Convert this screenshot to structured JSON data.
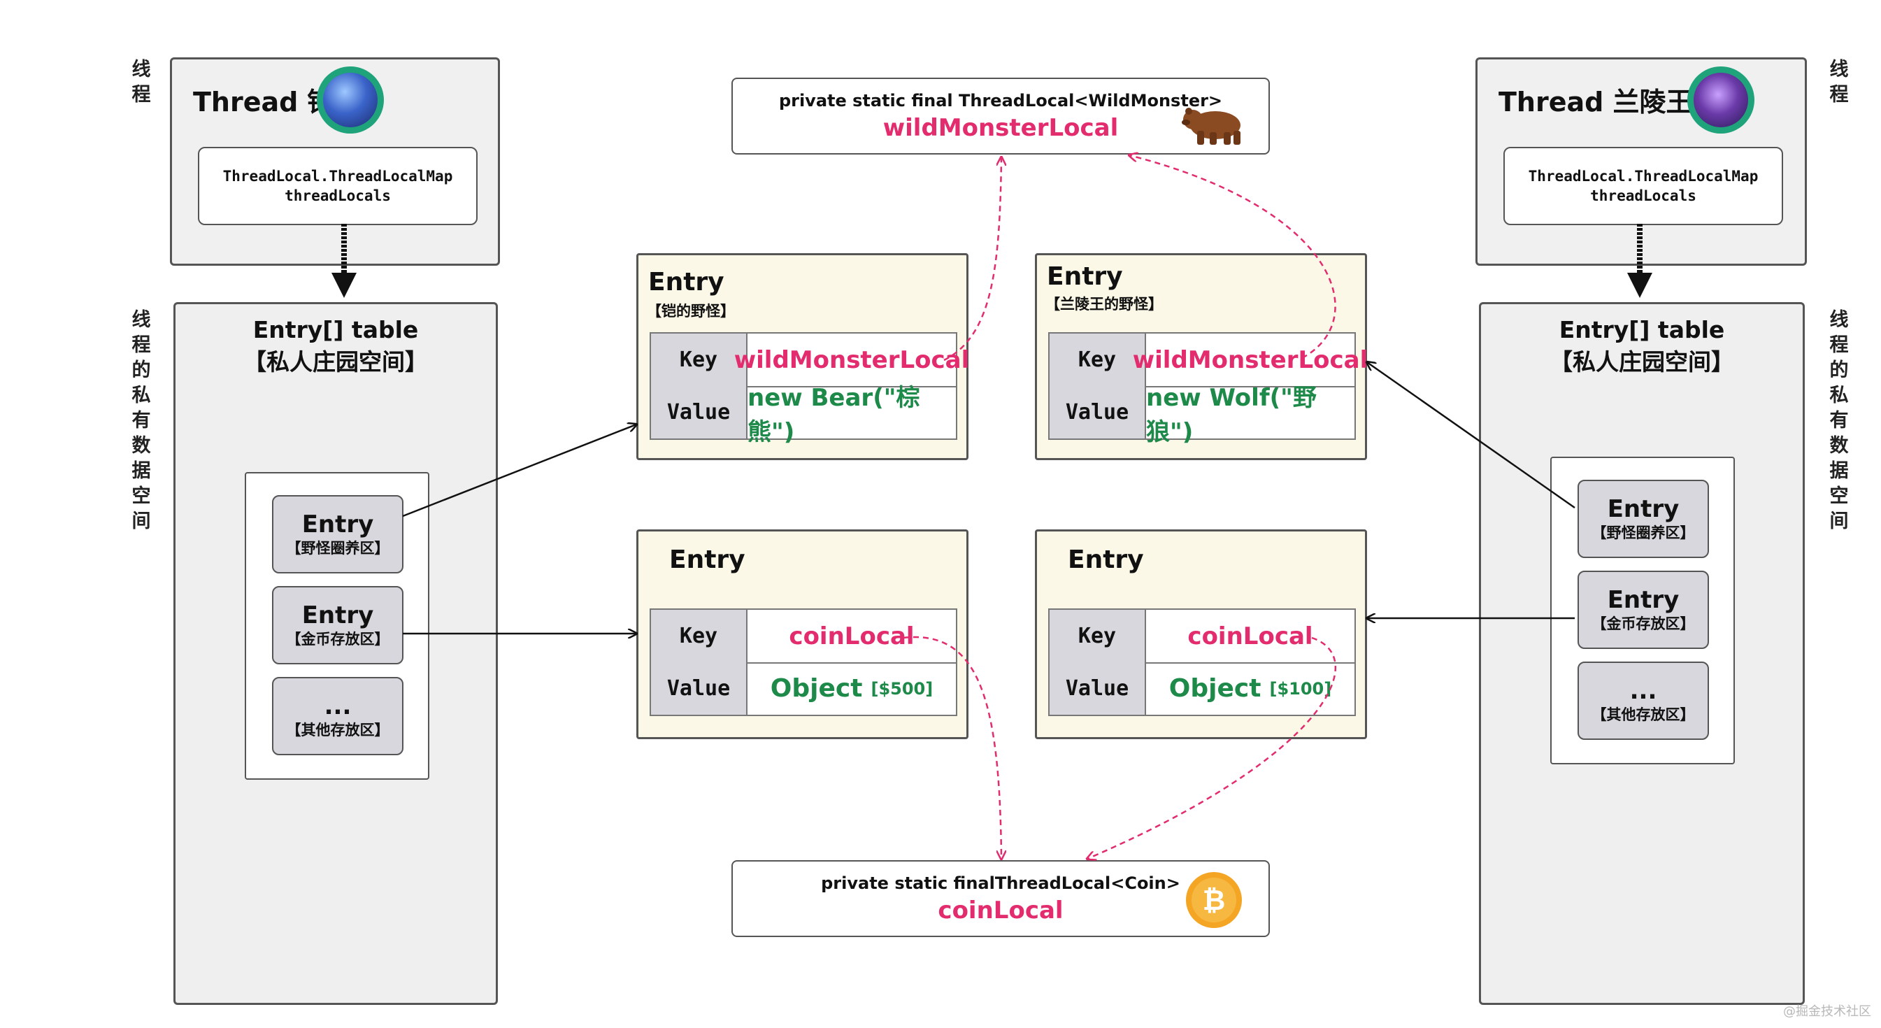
{
  "left": {
    "thread_vlabel": "线程",
    "space_vlabel": "线程的私有数据空间",
    "thread_title": "Thread 铠",
    "map_line1": "ThreadLocal.ThreadLocalMap",
    "map_line2": "threadLocals",
    "table_title": "Entry[] table",
    "table_subtitle": "【私人庄园空间】",
    "entries": [
      {
        "title": "Entry",
        "sub": "【野怪圈养区】"
      },
      {
        "title": "Entry",
        "sub": "【金币存放区】"
      },
      {
        "title": "...",
        "sub": "【其他存放区】"
      }
    ]
  },
  "right": {
    "thread_vlabel": "线程",
    "space_vlabel": "线程的私有数据空间",
    "thread_title": "Thread 兰陵王",
    "map_line1": "ThreadLocal.ThreadLocalMap",
    "map_line2": "threadLocals",
    "table_title": "Entry[] table",
    "table_subtitle": "【私人庄园空间】",
    "entries": [
      {
        "title": "Entry",
        "sub": "【野怪圈养区】"
      },
      {
        "title": "Entry",
        "sub": "【金币存放区】"
      },
      {
        "title": "...",
        "sub": "【其他存放区】"
      }
    ]
  },
  "cards": {
    "monster_left": {
      "title": "Entry",
      "sub": "【铠的野怪】",
      "key_label": "Key",
      "value_label": "Value",
      "key": "wildMonsterLocal",
      "value": "new Bear(\"棕熊\")"
    },
    "monster_right": {
      "title": "Entry",
      "sub": "【兰陵王的野怪】",
      "key_label": "Key",
      "value_label": "Value",
      "key": "wildMonsterLocal",
      "value": "new Wolf(\"野狼\")"
    },
    "coin_left": {
      "title": "Entry",
      "key_label": "Key",
      "value_label": "Value",
      "key": "coinLocal",
      "value_main": "Object",
      "value_extra": "[$500]"
    },
    "coin_right": {
      "title": "Entry",
      "key_label": "Key",
      "value_label": "Value",
      "key": "coinLocal",
      "value_main": "Object",
      "value_extra": "[$100]"
    }
  },
  "declarations": {
    "monster": {
      "line1": "private static final ThreadLocal<WildMonster>",
      "line2": "wildMonsterLocal",
      "icon": "bear-icon"
    },
    "coin": {
      "line1": "private static finalThreadLocal<Coin>",
      "line2": "coinLocal",
      "icon": "bitcoin-icon"
    }
  },
  "colors": {
    "key_pink": "#e22c6e",
    "value_green": "#1e8a4a",
    "card_bg": "#fcf8e8",
    "panel_bg": "#efefef"
  },
  "watermark": "@掘金技术社区"
}
